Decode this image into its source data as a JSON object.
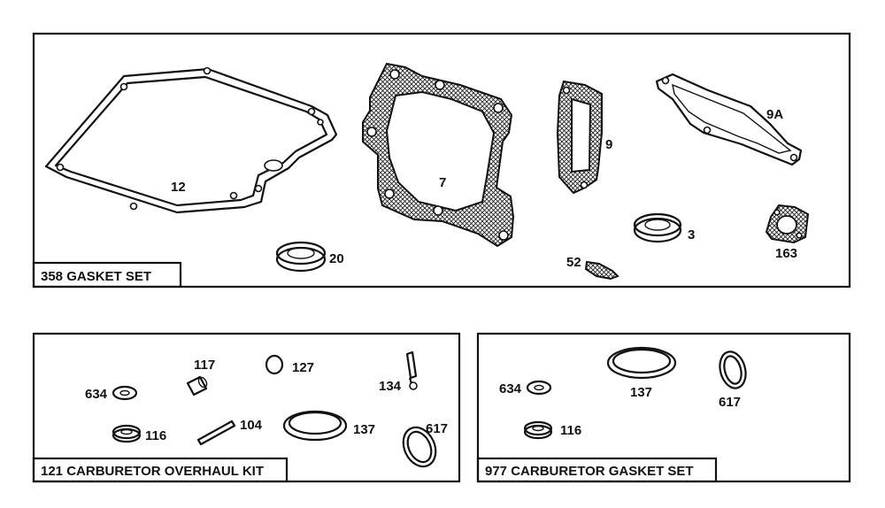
{
  "kits": [
    {
      "title": "358  GASKET SET",
      "labels": {
        "p12": "12",
        "p7": "7",
        "p9": "9",
        "p9a": "9A",
        "p3": "3",
        "p163": "163",
        "p20": "20",
        "p52": "52"
      }
    },
    {
      "title": "121  CARBURETOR OVERHAUL KIT",
      "labels": {
        "p117": "117",
        "p127": "127",
        "p134": "134",
        "p634": "634",
        "p116": "116",
        "p104": "104",
        "p137": "137",
        "p617": "617"
      }
    },
    {
      "title": "977  CARBURETOR GASKET SET",
      "labels": {
        "p634": "634",
        "p137": "137",
        "p617": "617",
        "p116": "116"
      }
    }
  ],
  "colors": {
    "ink": "#111111",
    "paper": "#ffffff"
  }
}
